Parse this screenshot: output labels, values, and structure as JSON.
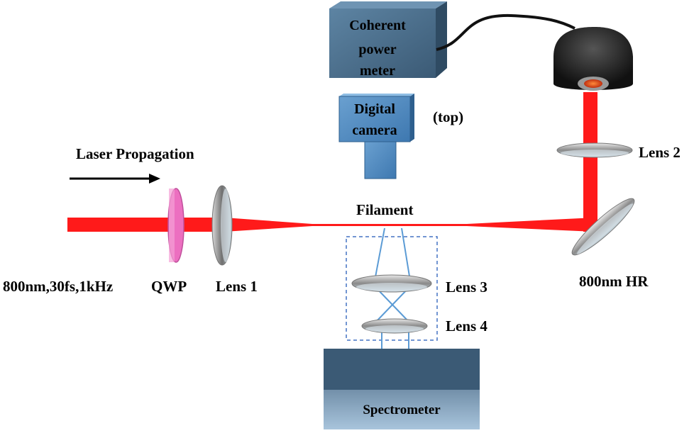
{
  "labels": {
    "laser_propagation": "Laser Propagation",
    "source": "800nm,30fs,1kHz",
    "qwp": "QWP",
    "lens1": "Lens 1",
    "lens2": "Lens 2",
    "lens3": "Lens 3",
    "lens4": "Lens 4",
    "filament": "Filament",
    "top": "(top)",
    "hr_mirror": "800nm HR",
    "spectrometer": "Spectrometer"
  },
  "power_meter": {
    "line1": "Coherent",
    "line2": "power",
    "line3": "meter"
  },
  "camera": {
    "line1": "Digital",
    "line2": "camera"
  },
  "colors": {
    "beam": "#ff1a1a",
    "qwp": "#ec6fc0",
    "box_fill": "#4a6f8c",
    "box_dark": "#2f4b63",
    "fiber": "#5b9bd5",
    "dashed_box": "#4472c4"
  }
}
